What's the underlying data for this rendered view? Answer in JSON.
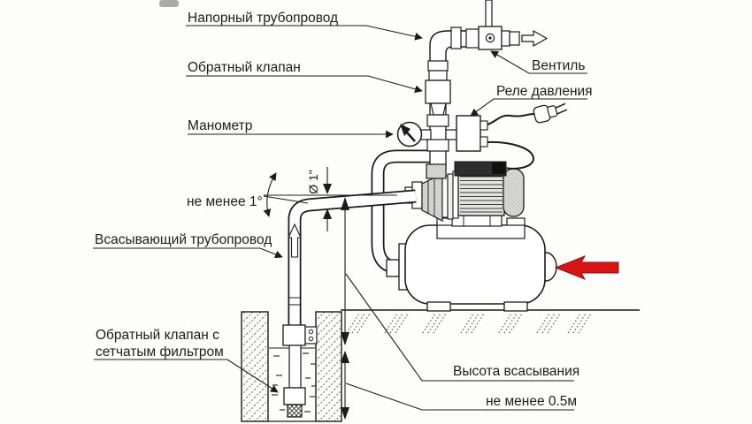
{
  "diagram": {
    "description_labels": {
      "pressure_pipe": "Напорный трубопровод",
      "check_valve": "Обратный клапан",
      "gauge": "Манометр",
      "valve": "Вентиль",
      "pressure_switch": "Реле давления",
      "min_slope": "не менее 1°",
      "pipe_diameter": "Ø 1\"",
      "suction_pipe": "Всасывающий трубопровод",
      "foot_valve_1": "Обратный клапан с",
      "foot_valve_2": "сетчатым фильтром",
      "suction_height": "Высота всасывания",
      "min_submersion": "не менее 0.5м"
    },
    "colors": {
      "line": "#1b1b1b",
      "accent_arrow": "#d81414",
      "accent_arrow_edge": "#8f0f0f",
      "background": "#fdfdfc"
    }
  }
}
